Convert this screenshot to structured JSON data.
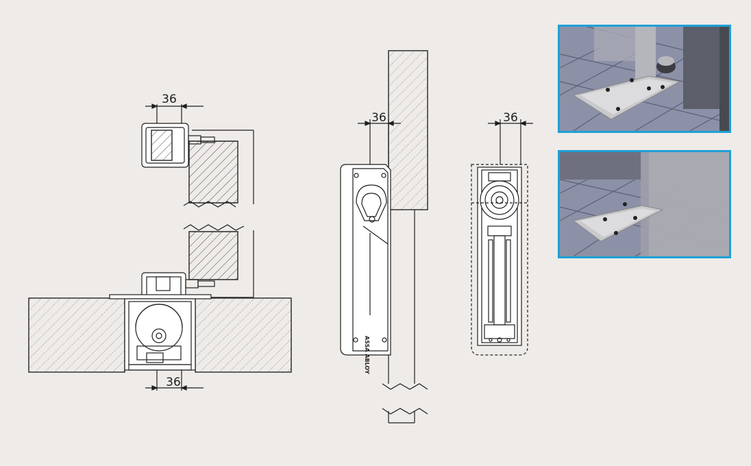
{
  "dimensions": {
    "plan_top": "36",
    "plan_bottom": "36",
    "side_view": "36",
    "front_view": "36"
  },
  "closer_brand": "ASSA ABLOY",
  "colors": {
    "background": "#eeebe8",
    "photo_border": "#1ea0d6",
    "floor_tile": "#8a8fa6",
    "line": "#1e1e1e"
  },
  "photos": [
    {
      "name": "installed-closer-photo-open"
    },
    {
      "name": "installed-closer-photo-closed"
    }
  ]
}
